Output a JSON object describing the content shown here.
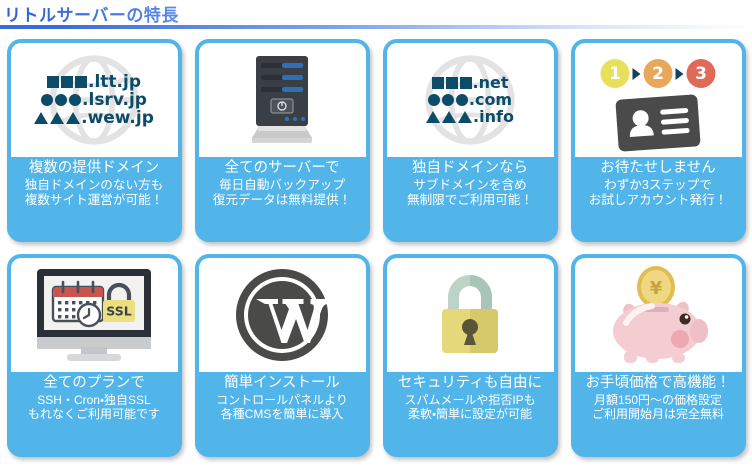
{
  "header": {
    "title": "リトルサーバーの特長",
    "title_color": "#3463d6",
    "rule_color": "#3a6ad8"
  },
  "theme": {
    "card_blue": "#52b5ea",
    "icon_navy": "#0d4c68",
    "step_1": "#e8e05a",
    "step_2": "#e8a85a",
    "step_3": "#e06a5a",
    "arrow_navy": "#14425c",
    "ssl_yellow": "#ebdf7e",
    "lock_body": "#e0d474",
    "pig_pink": "#f2c9cd",
    "coin_gold": "#e8c85a"
  },
  "cards": [
    {
      "id": "multi-domain",
      "icon": "domain-list-jp-icon",
      "heading": "複数の提供ドメイン",
      "sub1": "独自ドメインのない方も",
      "sub2": "複数サイト運営が可能！",
      "domains": [
        {
          "glyph": "square",
          "tld": ".ltt.jp"
        },
        {
          "glyph": "circle",
          "tld": ".lsrv.jp"
        },
        {
          "glyph": "triangle",
          "tld": ".wew.jp"
        }
      ]
    },
    {
      "id": "daily-backup",
      "icon": "server-tower-icon",
      "heading": "全てのサーバーで",
      "sub1": "毎日自動バックアップ",
      "sub2": "復元データは無料提供！"
    },
    {
      "id": "own-domain",
      "icon": "domain-list-gtld-icon",
      "heading": "独自ドメインなら",
      "sub1": "サブドメインを含め",
      "sub2": "無制限でご利用可能！",
      "domains": [
        {
          "glyph": "square",
          "tld": ".net"
        },
        {
          "glyph": "circle",
          "tld": ".com"
        },
        {
          "glyph": "triangle",
          "tld": ".info"
        }
      ]
    },
    {
      "id": "quick-signup",
      "icon": "three-steps-id-card-icon",
      "heading": "お待たせしません",
      "sub1": "わずか3ステップで",
      "sub2": "お試しアカウント発行！",
      "steps": [
        "1",
        "2",
        "3"
      ]
    },
    {
      "id": "all-plans",
      "icon": "monitor-calendar-ssl-icon",
      "heading": "全てのプランで",
      "sub1": "SSH・Cron・独自SSL",
      "sub2": "もれなくご利用可能です",
      "badge_label": "SSL"
    },
    {
      "id": "easy-install",
      "icon": "wordpress-logo-icon",
      "heading": "簡単インストール",
      "sub1": "コントロールパネルより",
      "sub2": "各種CMSを簡単に導入"
    },
    {
      "id": "security",
      "icon": "padlock-icon",
      "heading": "セキュリティも自由に",
      "sub1": "スパムメールや拒否IPも",
      "sub2": "柔軟・簡単に設定が可能"
    },
    {
      "id": "pricing",
      "icon": "piggy-bank-coin-icon",
      "heading": "お手頃価格で高機能！",
      "sub1": "月額150円〜の価格設定",
      "sub2": "ご利用開始月は完全無料"
    }
  ]
}
